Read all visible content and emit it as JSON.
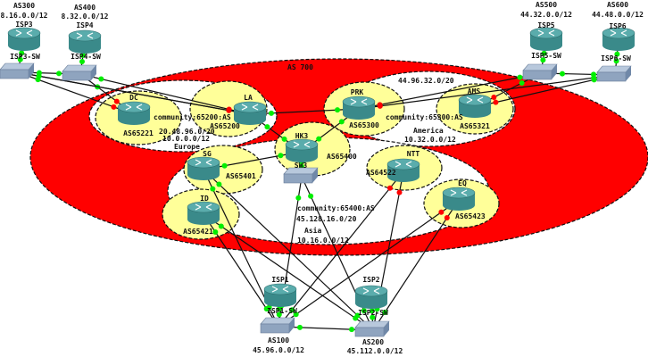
{
  "colors": {
    "as_area": "#ff0000",
    "region": "#ffffff",
    "site": "#ffff99",
    "router": "#3a8a8a",
    "switch": "#8fa4bf",
    "link_up": "#00ee00",
    "link_down": "#ff0000"
  },
  "as700_label": "AS 700",
  "regions": [
    {
      "id": "europe",
      "labels": [
        "20.48.96.0/20",
        "10.0.0.0/12",
        "Europe"
      ],
      "community": "community:65200:AS"
    },
    {
      "id": "america",
      "labels": [
        "44.96.32.0/20",
        "America",
        "10.32.0.0/12"
      ],
      "community": "community:65300:AS"
    },
    {
      "id": "asia",
      "labels": [
        "45.128.16.0/20",
        "Asia",
        "10.16.0.0/12"
      ],
      "community": "community:65400:AS"
    }
  ],
  "routers": [
    {
      "id": "isp3",
      "name": "ISP3",
      "as": "AS300",
      "prefix": "8.16.0.0/12"
    },
    {
      "id": "isp4",
      "name": "ISP4",
      "as": "AS400",
      "prefix": "8.32.0.0/12"
    },
    {
      "id": "isp5",
      "name": "ISP5",
      "as": "AS500",
      "prefix": "44.32.0.0/12"
    },
    {
      "id": "isp6",
      "name": "ISP6",
      "as": "AS600",
      "prefix": "44.48.0.0/12"
    },
    {
      "id": "dc",
      "name": "DC",
      "as": "AS65221"
    },
    {
      "id": "la",
      "name": "LA",
      "as": "AS65200"
    },
    {
      "id": "prk",
      "name": "PRK",
      "as": "AS65300"
    },
    {
      "id": "ams",
      "name": "AMS",
      "as": "AS65321"
    },
    {
      "id": "hk3",
      "name": "HK3",
      "as": "AS65400"
    },
    {
      "id": "sg",
      "name": "SG",
      "as": "AS65401"
    },
    {
      "id": "id",
      "name": "ID",
      "as": "AS65421"
    },
    {
      "id": "ntt",
      "name": "NTT",
      "as": "AS64522"
    },
    {
      "id": "eq",
      "name": "EQ",
      "as": "AS65423"
    },
    {
      "id": "isp1",
      "name": "ISP1",
      "as": "AS100",
      "prefix": "45.96.0.0/12"
    },
    {
      "id": "isp2",
      "name": "ISP2",
      "as": "AS200",
      "prefix": "45.112.0.0/12"
    }
  ],
  "switches": [
    {
      "id": "isp3sw",
      "name": "ISP3-SW"
    },
    {
      "id": "isp4sw",
      "name": "ISP4-SW"
    },
    {
      "id": "isp5sw",
      "name": "ISP5-SW"
    },
    {
      "id": "isp6sw",
      "name": "ISP6-SW"
    },
    {
      "id": "sw3",
      "name": "SW3"
    },
    {
      "id": "isp1sw",
      "name": "ISP1-SW"
    },
    {
      "id": "isp2sw",
      "name": "ISP2-SW"
    }
  ]
}
